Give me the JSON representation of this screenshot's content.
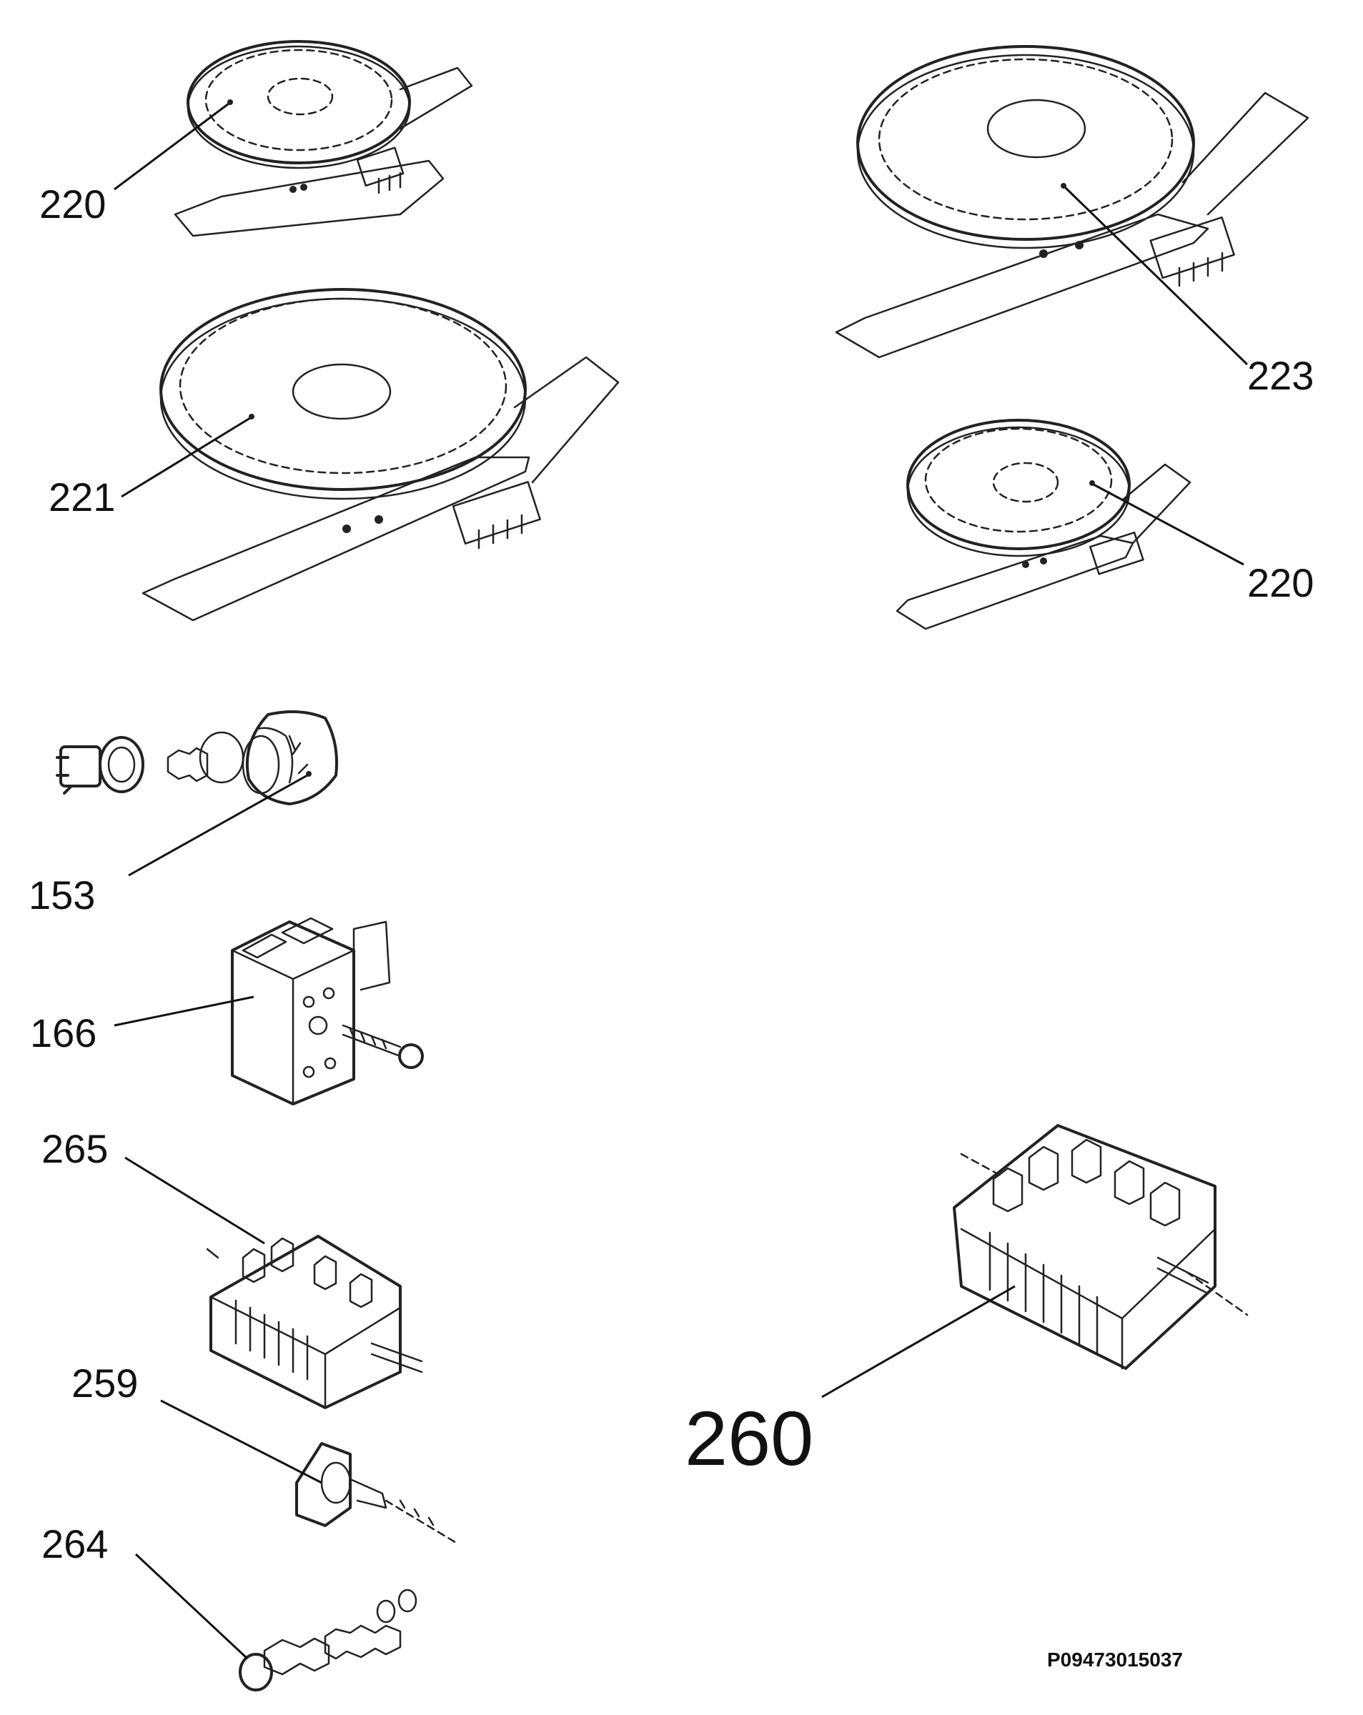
{
  "callouts": [
    {
      "id": "hotplate-small-top",
      "label": "220"
    },
    {
      "id": "hotplate-medium",
      "label": "221"
    },
    {
      "id": "hotplate-large",
      "label": "223"
    },
    {
      "id": "hotplate-small-right",
      "label": "220"
    },
    {
      "id": "knob",
      "label": "153"
    },
    {
      "id": "terminal-block",
      "label": "166"
    },
    {
      "id": "switch-small",
      "label": "265"
    },
    {
      "id": "switch-large",
      "label": "260"
    },
    {
      "id": "thermostat",
      "label": "259"
    },
    {
      "id": "lamp",
      "label": "264"
    }
  ],
  "document_id": "P09473015037",
  "colors": {
    "ink": "#222222",
    "background": "#ffffff"
  }
}
